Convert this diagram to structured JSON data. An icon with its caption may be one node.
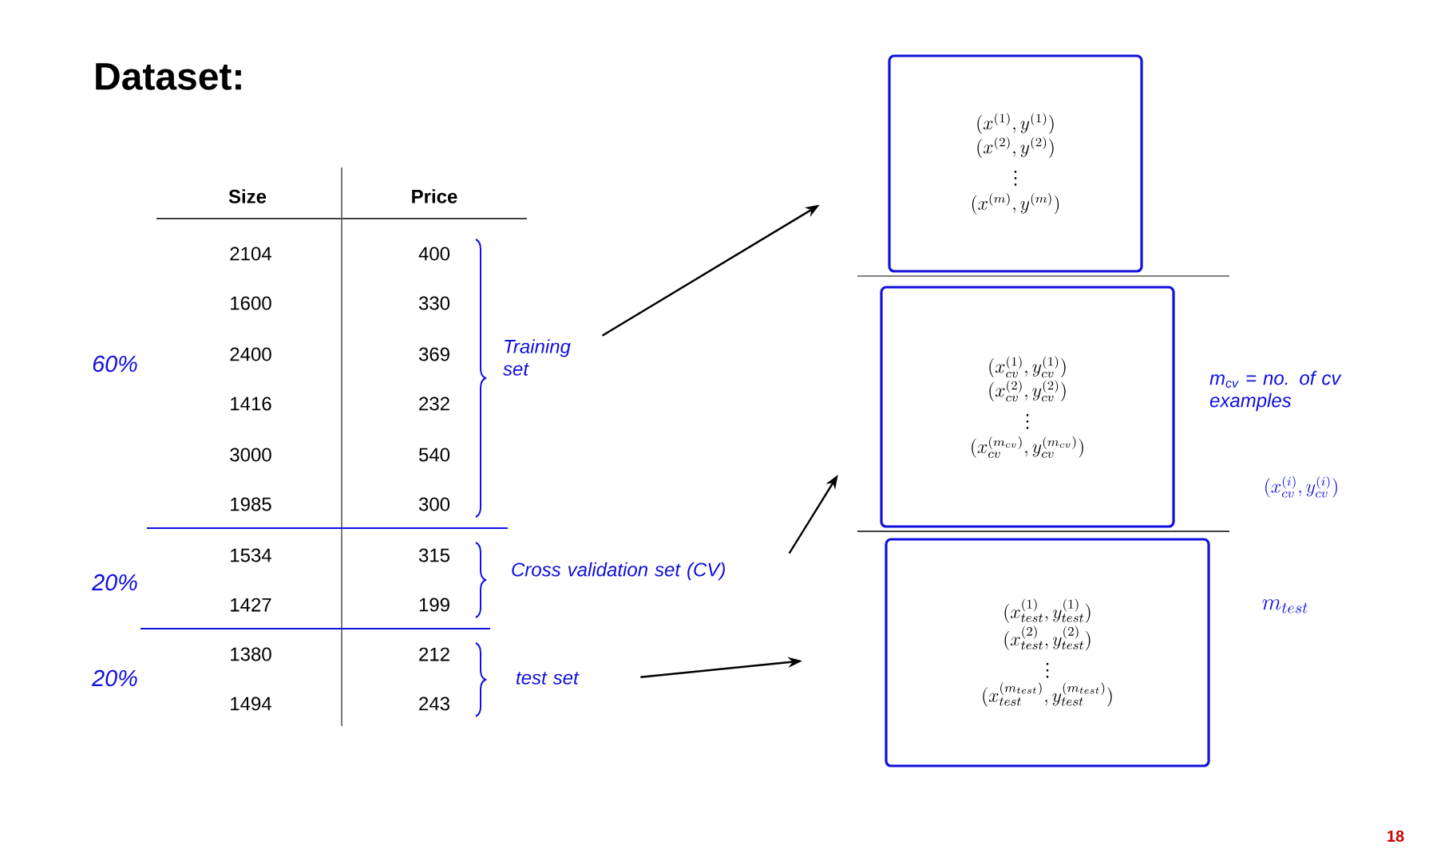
{
  "diagram": {
    "title": "Dataset:",
    "nodes": [
      {
        "text": [
          "(x^{(1)},y^{(1)})",
          "(x^{(2)},y^{(2)})",
          "\\vdots",
          "(x^{(m)},y^{(m)})"
        ]
      },
      {
        "text": [
          "(x_{cv}^{(1)},y_{cv}^{(1)})",
          "(x_{cv}^{(2)},y_{cv}^{(2)})",
          "\\vdots",
          "(x_{cv}^{(m_{cv})},y_{cv}^{(m_{cv})})"
        ]
      },
      {
        "text": [
          "(x_{test}^{(1)},y_{test}^{(1)})",
          "(x_{test}^{(2)},y_{test}^{(2)})",
          "\\vdots",
          "(x_{test}^{(m_{test})},y_{test}^{(m_{test})})"
        ]
      },
      {
        "text": [
          "Training set"
        ]
      },
      {
        "text": [
          "Cross validation set (CV)"
        ]
      },
      {
        "text": [
          "test set"
        ]
      }
    ],
    "edges": [
      {
        "from": 3,
        "to": 0,
        "arrow": "to"
      },
      {
        "from": 4,
        "to": 1,
        "arrow": "to"
      },
      {
        "from": 5,
        "to": 2,
        "arrow": "to"
      }
    ],
    "labels": [
      "Size",
      "Price",
      "2104",
      "400",
      "1600",
      "330",
      "2400",
      "369",
      "1416",
      "232",
      "3000",
      "540",
      "1985",
      "300",
      "1534",
      "315",
      "1427",
      "199",
      "1380",
      "212",
      "1494",
      "243",
      "60%",
      "20%",
      "20%",
      "m$_{cv}$ = no. of cv examples",
      "(x_{cv}^{(i)},y_{cv}^{(i)})",
      "m_{test}",
      "18"
    ]
  }
}
